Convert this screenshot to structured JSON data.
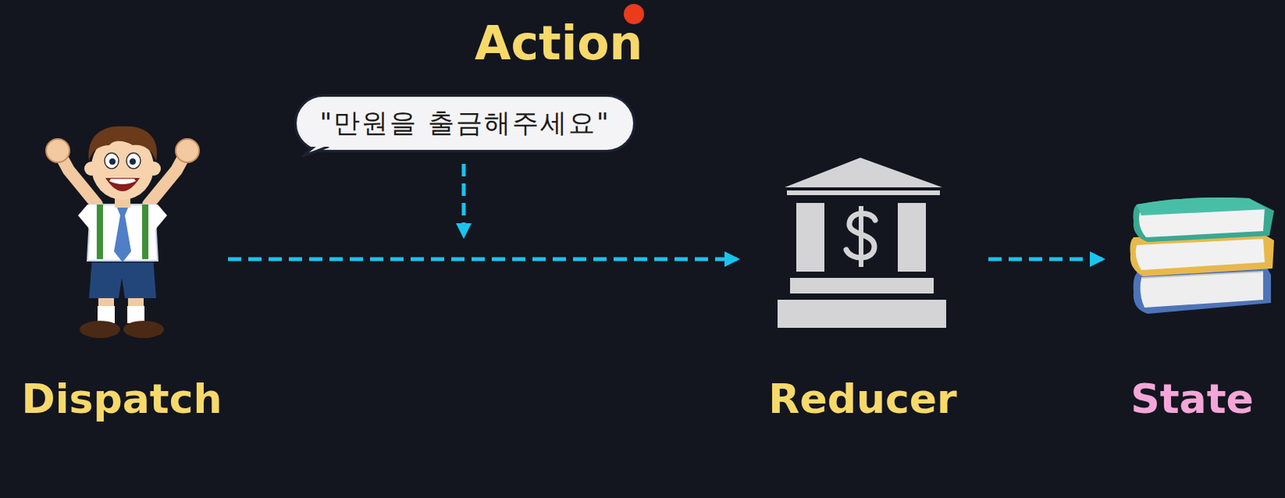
{
  "diagram": {
    "nodes": [
      {
        "text": [
          "Dispatch"
        ]
      },
      {
        "text": [
          "Action",
          "\"만원을 출금해주세요\""
        ]
      },
      {
        "text": [
          "Reducer"
        ]
      },
      {
        "text": [
          "State"
        ]
      }
    ],
    "edges": [
      {
        "from": 0,
        "to": 2,
        "arrow": "to"
      },
      {
        "from": 2,
        "to": 3,
        "arrow": "to"
      }
    ]
  }
}
